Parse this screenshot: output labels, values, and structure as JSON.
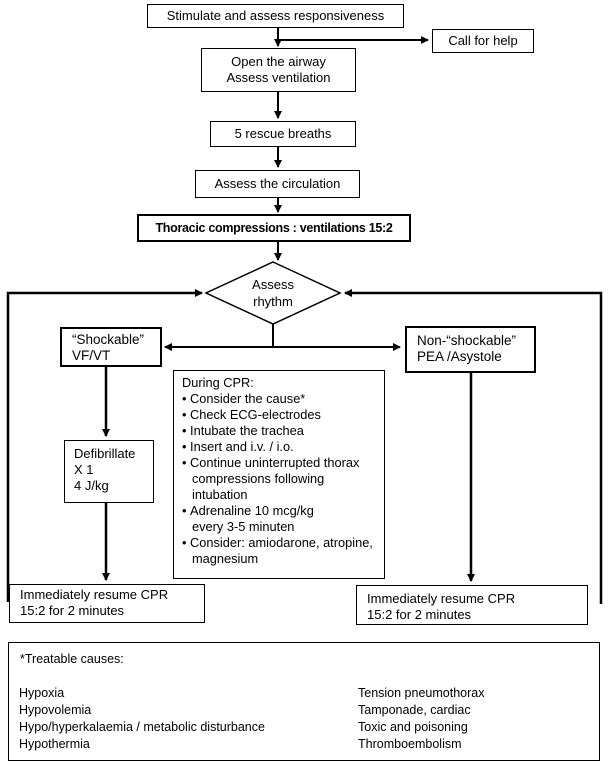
{
  "flow": {
    "stimulate": "Stimulate and assess responsiveness",
    "call_help": "Call for help",
    "airway_line1": "Open the airway",
    "airway_line2": "Assess ventilation",
    "rescue": "5 rescue breaths",
    "circulation": "Assess the circulation",
    "compressions": "Thoracic compressions : ventilations 15:2",
    "assess_line1": "Assess",
    "assess_line2": "rhythm",
    "shockable_line1": "“Shockable”",
    "shockable_line2": "VF/VT",
    "nonshock_line1": "Non-“shockable”",
    "nonshock_line2": "PEA /Asystole",
    "defib_line1": "Defibrillate",
    "defib_line2": "X 1",
    "defib_line3": "4 J/kg",
    "resume_line1": "Immediately resume CPR",
    "resume_line2": "15:2 for 2 minutes"
  },
  "during_cpr": {
    "title": "During CPR:",
    "items": [
      "Consider the cause*",
      "Check ECG-electrodes",
      "Intubate the trachea",
      "Insert and i.v. / i.o.",
      "Continue uninterrupted thorax compressions following intubation",
      "Adrenaline 10 mcg/kg\n  every  3-5 minuten",
      "Consider: amiodarone, atropine, magnesium"
    ]
  },
  "causes": {
    "title": "*Treatable causes:",
    "left": [
      "Hypoxia",
      "Hypovolemia",
      "Hypo/hyperkalaemia / metabolic disturbance",
      "Hypothermia"
    ],
    "right": [
      "Tension pneumothorax",
      "Tamponade, cardiac",
      "Toxic and poisoning",
      "Thromboembolism"
    ]
  }
}
